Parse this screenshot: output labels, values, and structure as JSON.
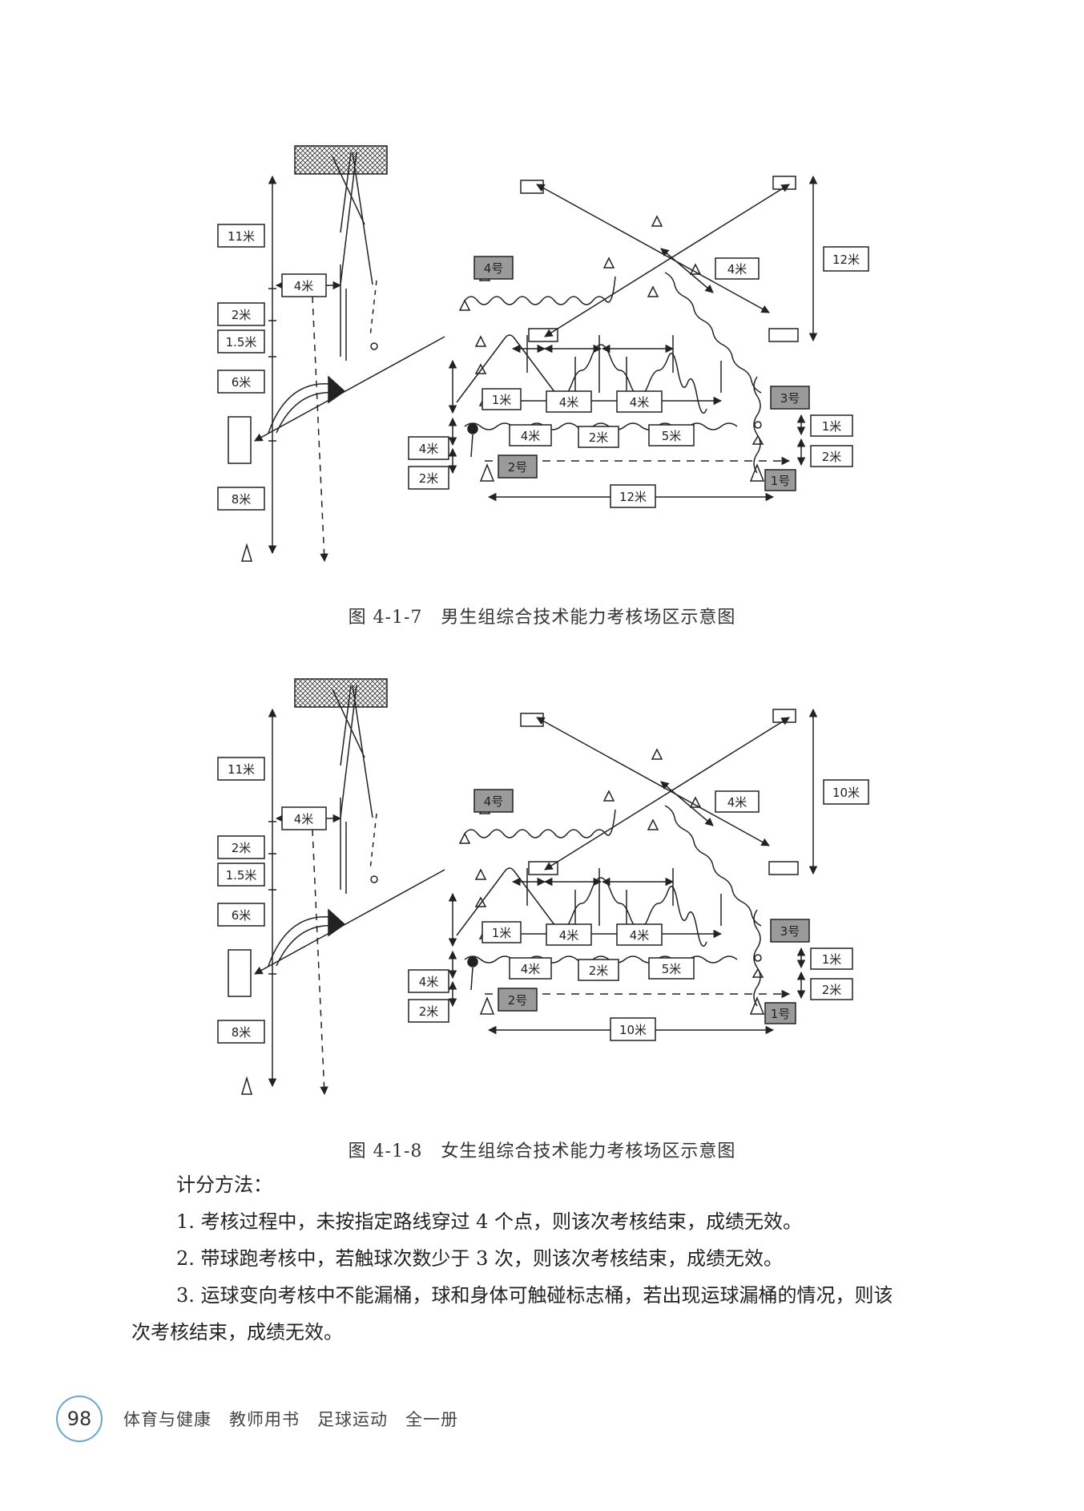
{
  "figures": [
    {
      "caption": "图 4-1-7　男生组综合技术能力考核场区示意图",
      "labels": {
        "left_11m": "11米",
        "left_4m": "4米",
        "left_2m": "2米",
        "left_15m": "1.5米",
        "left_6m": "6米",
        "left_8m": "8米",
        "tag_4": "4号",
        "tag_3": "3号",
        "tag_2": "2号",
        "tag_1": "1号",
        "x_4m": "4米",
        "x_height": "12米",
        "z_1m": "1米",
        "z_4m_a": "4米",
        "z_4m_b": "4米",
        "z_4m_side": "4米",
        "z_2m_side": "2米",
        "z_4m_bottom": "4米",
        "z_2m_bottom": "2米",
        "z_5m_bottom": "5米",
        "r_1m": "1米",
        "r_2m": "2米",
        "lower_2m": "2米",
        "bottom_width": "12米"
      }
    },
    {
      "caption": "图 4-1-8　女生组综合技术能力考核场区示意图",
      "labels": {
        "left_11m": "11米",
        "left_4m": "4米",
        "left_2m": "2米",
        "left_15m": "1.5米",
        "left_6m": "6米",
        "left_8m": "8米",
        "tag_4": "4号",
        "tag_3": "3号",
        "tag_2": "2号",
        "tag_1": "1号",
        "x_4m": "4米",
        "x_height": "10米",
        "z_1m": "1米",
        "z_4m_a": "4米",
        "z_4m_b": "4米",
        "z_4m_side": "4米",
        "z_2m_side": "2米",
        "z_4m_bottom": "4米",
        "z_2m_bottom": "2米",
        "z_5m_bottom": "5米",
        "r_1m": "1米",
        "r_2m": "2米",
        "lower_2m": "2米",
        "bottom_width": "10米"
      }
    }
  ],
  "text": {
    "heading": "计分方法：",
    "rule1": "1. 考核过程中，未按指定路线穿过 4 个点，则该次考核结束，成绩无效。",
    "rule2": "2. 带球跑考核中，若触球次数少于 3 次，则该次考核结束，成绩无效。",
    "rule3_a": "3. 运球变向考核中不能漏桶，球和身体可触碰标志桶，若出现运球漏桶的情况，则该",
    "rule3_b": "次考核结束，成绩无效。"
  },
  "footer": {
    "page_number": "98",
    "book_title": "体育与健康　教师用书　足球运动　全一册"
  },
  "colors": {
    "line": "#222222",
    "tag_fill": "#9a9a9a",
    "page_circle": "#6aa7c9"
  }
}
